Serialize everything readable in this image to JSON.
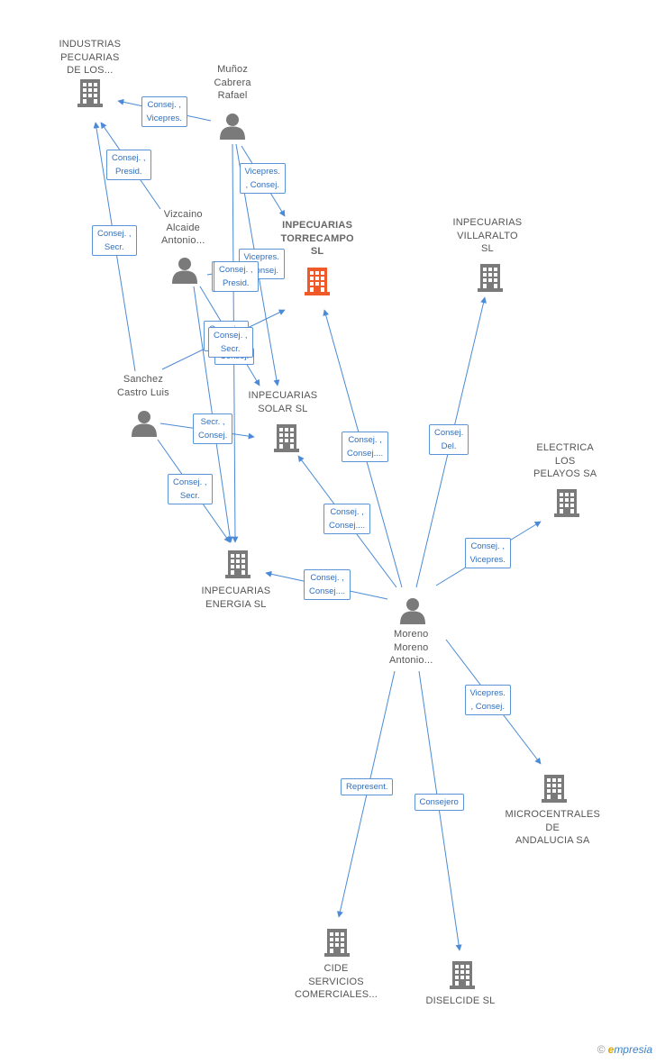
{
  "colors": {
    "edge": "#4a8ad6",
    "node": "#7a7a7a",
    "focus": "#f05a28",
    "label_text": "#2f6fbf"
  },
  "nodes": [
    {
      "id": "industrias",
      "type": "company",
      "label": [
        "INDUSTRIAS",
        "PECUARIAS",
        "DE LOS..."
      ]
    },
    {
      "id": "munoz",
      "type": "person",
      "label": [
        "Muñoz",
        "Cabrera",
        "Rafael"
      ]
    },
    {
      "id": "torrecampo",
      "type": "company",
      "focus": true,
      "label": [
        "INPECUARIAS",
        "TORRECAMPO",
        "SL"
      ]
    },
    {
      "id": "villaralto",
      "type": "company",
      "label": [
        "INPECUARIAS",
        "VILLARALTO",
        "SL"
      ]
    },
    {
      "id": "vizcaino",
      "type": "person",
      "label": [
        "Vizcaino",
        "Alcaide",
        "Antonio..."
      ]
    },
    {
      "id": "sanchez",
      "type": "person",
      "label": [
        "Sanchez",
        "Castro Luis"
      ]
    },
    {
      "id": "solar",
      "type": "company",
      "label": [
        "INPECUARIAS",
        "SOLAR SL"
      ]
    },
    {
      "id": "electrica",
      "type": "company",
      "label": [
        "ELECTRICA",
        "LOS",
        "PELAYOS SA"
      ]
    },
    {
      "id": "energia",
      "type": "company",
      "label": [
        "INPECUARIAS",
        "ENERGIA SL"
      ]
    },
    {
      "id": "moreno",
      "type": "person",
      "label": [
        "Moreno",
        "Moreno",
        "Antonio..."
      ]
    },
    {
      "id": "microcentrales",
      "type": "company",
      "label": [
        "MICROCENTRALES",
        "DE",
        "ANDALUCIA SA"
      ]
    },
    {
      "id": "cide",
      "type": "company",
      "label": [
        "CIDE",
        "SERVICIOS",
        "COMERCIALES..."
      ]
    },
    {
      "id": "diselcide",
      "type": "company",
      "label": [
        "DISELCIDE SL"
      ]
    }
  ],
  "edges": [
    {
      "from": "munoz",
      "to": "industrias",
      "label": [
        "Consej. ,",
        "Vicepres."
      ]
    },
    {
      "from": "vizcaino",
      "to": "industrias",
      "label": [
        "Consej. ,",
        "Presid."
      ]
    },
    {
      "from": "sanchez",
      "to": "industrias",
      "label": [
        "Consej. ,",
        "Secr."
      ]
    },
    {
      "from": "munoz",
      "to": "torrecampo",
      "label": [
        "Vicepres.",
        ", Consej."
      ]
    },
    {
      "from": "munoz",
      "to": "solar",
      "label": [
        "Vicepres.",
        ", Consej."
      ]
    },
    {
      "from": "munoz",
      "to": "energia",
      "label": [
        "Consej. ,",
        "Presid."
      ]
    },
    {
      "from": "vizcaino",
      "to": "torrecampo",
      "label": [
        "Consej. ,",
        "Presid."
      ]
    },
    {
      "from": "vizcaino",
      "to": "solar",
      "label": [
        "Consej. ,",
        "Presid."
      ]
    },
    {
      "from": "vizcaino",
      "to": "energia",
      "label": [
        "Consej."
      ]
    },
    {
      "from": "sanchez",
      "to": "torrecampo",
      "label": [
        "Consej. ,",
        "Secr."
      ]
    },
    {
      "from": "sanchez",
      "to": "solar",
      "label": [
        "Secr. ,",
        "Consej."
      ]
    },
    {
      "from": "sanchez",
      "to": "energia",
      "label": [
        "Consej. ,",
        "Secr."
      ]
    },
    {
      "from": "moreno",
      "to": "torrecampo",
      "label": [
        "Consej. ,",
        "Consej...."
      ]
    },
    {
      "from": "moreno",
      "to": "villaralto",
      "label": [
        "Consej.",
        "Del."
      ]
    },
    {
      "from": "moreno",
      "to": "solar",
      "label": [
        "Consej. ,",
        "Consej...."
      ]
    },
    {
      "from": "moreno",
      "to": "energia",
      "label": [
        "Consej. ,",
        "Consej...."
      ]
    },
    {
      "from": "moreno",
      "to": "electrica",
      "label": [
        "Consej. ,",
        "Vicepres."
      ]
    },
    {
      "from": "moreno",
      "to": "microcentrales",
      "label": [
        "Vicepres.",
        ", Consej."
      ]
    },
    {
      "from": "moreno",
      "to": "cide",
      "label": [
        "Represent."
      ]
    },
    {
      "from": "moreno",
      "to": "diselcide",
      "label": [
        "Consejero"
      ]
    }
  ],
  "brand": {
    "copyright": "©",
    "name_first": "e",
    "name_rest": "mpresia"
  }
}
